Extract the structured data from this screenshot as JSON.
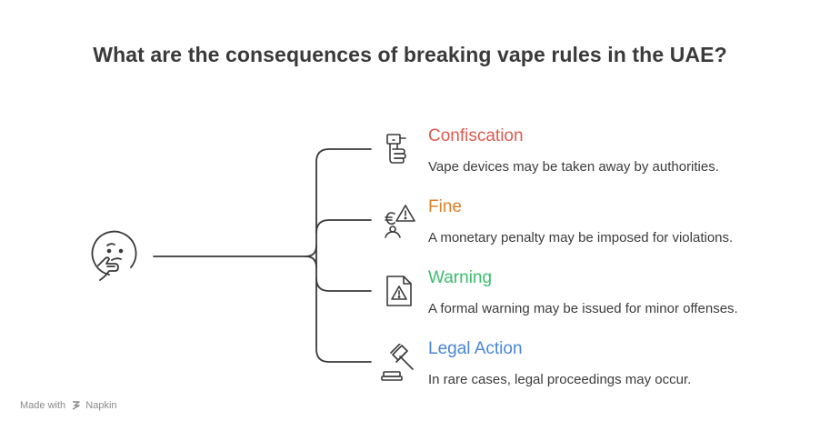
{
  "title": "What are the consequences of breaking vape rules in the UAE?",
  "central_icon": "thinking-face-icon",
  "items": [
    {
      "title": "Confiscation",
      "description": "Vape devices may be taken away by authorities.",
      "color": "#e05a4f",
      "icon": "hand-holding-vape-icon"
    },
    {
      "title": "Fine",
      "description": "A monetary penalty may be imposed for violations.",
      "color": "#d9822b",
      "icon": "person-euro-warning-icon"
    },
    {
      "title": "Warning",
      "description": "A formal warning may be issued for minor offenses.",
      "color": "#3dbd6e",
      "icon": "document-warning-icon"
    },
    {
      "title": "Legal Action",
      "description": "In rare cases, legal proceedings may occur.",
      "color": "#4a86d9",
      "icon": "gavel-icon"
    }
  ],
  "footer": {
    "prefix": "Made with",
    "brand": "Napkin"
  }
}
